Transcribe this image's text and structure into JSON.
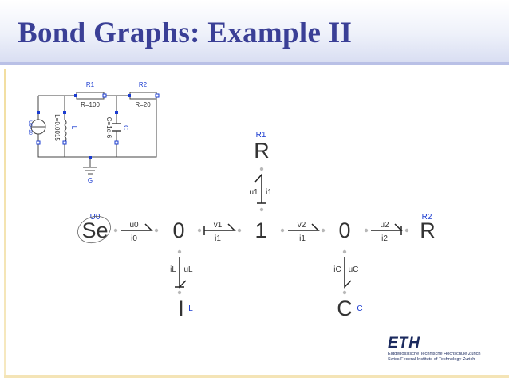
{
  "slide": {
    "title": "Bond Graphs: Example II"
  },
  "circuit": {
    "R1": {
      "name": "R1",
      "value": "R=100"
    },
    "R2": {
      "name": "R2",
      "value": "R=20"
    },
    "L": {
      "name": "L",
      "value": "L=0.0015"
    },
    "C": {
      "name": "C",
      "value": "C=1e-6"
    },
    "U0": {
      "name": "U0",
      "value": "U0=10"
    },
    "G": {
      "name": "G"
    }
  },
  "bond_graph": {
    "nodes": {
      "se": {
        "symbol": "Se",
        "label": "U0"
      },
      "j0a": {
        "symbol": "0"
      },
      "j1": {
        "symbol": "1"
      },
      "j0b": {
        "symbol": "0"
      },
      "r_right": {
        "symbol": "R",
        "label": "R2"
      },
      "r_top": {
        "symbol": "R",
        "label": "R1"
      },
      "i_elem": {
        "symbol": "I",
        "label": "L"
      },
      "c_elem": {
        "symbol": "C",
        "label": "C"
      }
    },
    "bonds": {
      "b_u0": {
        "effort": "u0",
        "flow": "i0"
      },
      "b_v1": {
        "effort": "v1",
        "flow": "i1"
      },
      "b_v2": {
        "effort": "v2",
        "flow": "i1"
      },
      "b_u2": {
        "effort": "u2",
        "flow": "i2"
      },
      "b_u1": {
        "effort": "u1",
        "flow": "i1"
      },
      "b_iL": {
        "effort": "iL",
        "flow": "uL"
      },
      "b_iC": {
        "effort": "iC",
        "flow": "uC"
      }
    }
  },
  "logo": {
    "mark": "ETH",
    "line1": "Eidgenössische Technische Hochschule Zürich",
    "line2": "Swiss Federal Institute of Technology Zurich"
  }
}
